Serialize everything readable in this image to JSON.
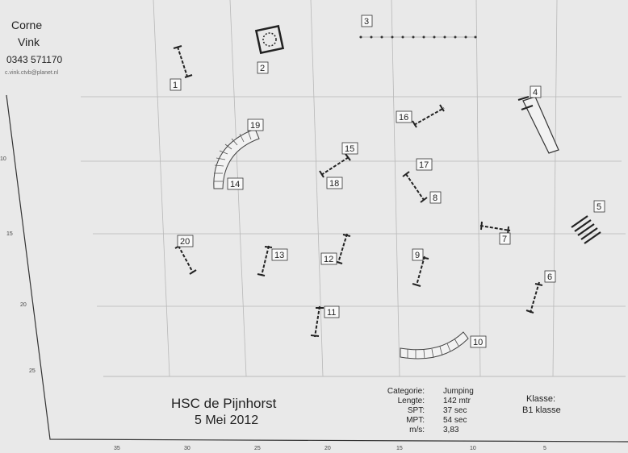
{
  "designer": {
    "name": "Corne",
    "surname": "Vink",
    "phone": "0343 571170",
    "email": "c.vink.ctvb@planet.nl"
  },
  "show": {
    "title": "HSC de Pijnhorst",
    "date": "5 Mei 2012"
  },
  "course_info": [
    {
      "key": "Categorie:",
      "value": "Jumping"
    },
    {
      "key": "Lengte:",
      "value": "142 mtr"
    },
    {
      "key": "SPT:",
      "value": "37 sec"
    },
    {
      "key": "MPT:",
      "value": "54 sec"
    },
    {
      "key": "m/s:",
      "value": "3,83"
    }
  ],
  "klasse": {
    "label": "Klasse:",
    "value": "B1 klasse"
  },
  "obstacles": [
    {
      "number": "1",
      "kind": "jump"
    },
    {
      "number": "2",
      "kind": "pause-box"
    },
    {
      "number": "3",
      "kind": "weave-poles"
    },
    {
      "number": "4",
      "kind": "tunnel"
    },
    {
      "number": "5",
      "kind": "ladder"
    },
    {
      "number": "6",
      "kind": "jump"
    },
    {
      "number": "7",
      "kind": "jump"
    },
    {
      "number": "8",
      "kind": "jump"
    },
    {
      "number": "9",
      "kind": "jump"
    },
    {
      "number": "10",
      "kind": "curved-tunnel"
    },
    {
      "number": "11",
      "kind": "jump"
    },
    {
      "number": "12",
      "kind": "jump"
    },
    {
      "number": "13",
      "kind": "jump"
    },
    {
      "number": "14",
      "kind": "curved-tunnel"
    },
    {
      "number": "15",
      "kind": "jump"
    },
    {
      "number": "16",
      "kind": "jump"
    },
    {
      "number": "17",
      "kind": "jump"
    },
    {
      "number": "18",
      "kind": "jump"
    },
    {
      "number": "19",
      "kind": "curved-tunnel"
    },
    {
      "number": "20",
      "kind": "jump"
    }
  ],
  "axis": {
    "bottom_ticks": [
      "35",
      "30",
      "25",
      "20",
      "15",
      "10",
      "5"
    ],
    "left_ticks": [
      "10",
      "15",
      "20",
      "25"
    ]
  },
  "colors": {
    "paper": "#e9e9e9",
    "grid": "#b8b8b8",
    "ink": "#222222"
  }
}
